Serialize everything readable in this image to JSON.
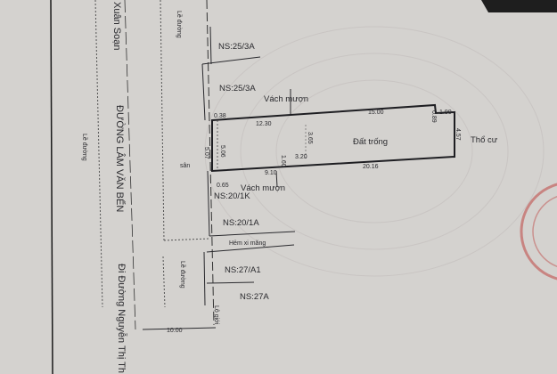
{
  "streets": {
    "top_street": "Xuân Soạn",
    "main_street": "ĐƯỜNG LÂM VĂN BẾN",
    "to_street": "Đi Đường Nguyễn Thị Th"
  },
  "sidewalk_labels": [
    "Lề đường",
    "Lề đường",
    "Lề đường"
  ],
  "setback_label": "Lộ giới",
  "alley_label": "Hẻm xi măng",
  "neighbors": [
    "NS:25/3A",
    "NS:25/3A",
    "NS:20/1K",
    "NS:20/1A",
    "NS:27/A1",
    "NS:27A"
  ],
  "borrowed_wall_labels": [
    "Vách mượn",
    "Vách mượn"
  ],
  "plot": {
    "label": "Đất trống",
    "right_neighbor": "Thổ cư",
    "yard_label": "sân"
  },
  "dimensions": {
    "top_left": "12.30",
    "top_right": "15.00",
    "bottom_left": "9.10",
    "bottom_right": "20.16",
    "step_width": "1.90",
    "step_height": "0.89",
    "right_side": "4.57",
    "left_outer": "5.07",
    "left_inner": "5.06",
    "corner_top": "0.38",
    "corner_bottom": "0.65",
    "inner_a": "3.65",
    "inner_b": "3.20",
    "inner_c": "1.60",
    "road_width": "10.00"
  },
  "colors": {
    "paper": "#d4d2cf",
    "ink": "#2a2a2e",
    "stamp": "#c0504d"
  }
}
